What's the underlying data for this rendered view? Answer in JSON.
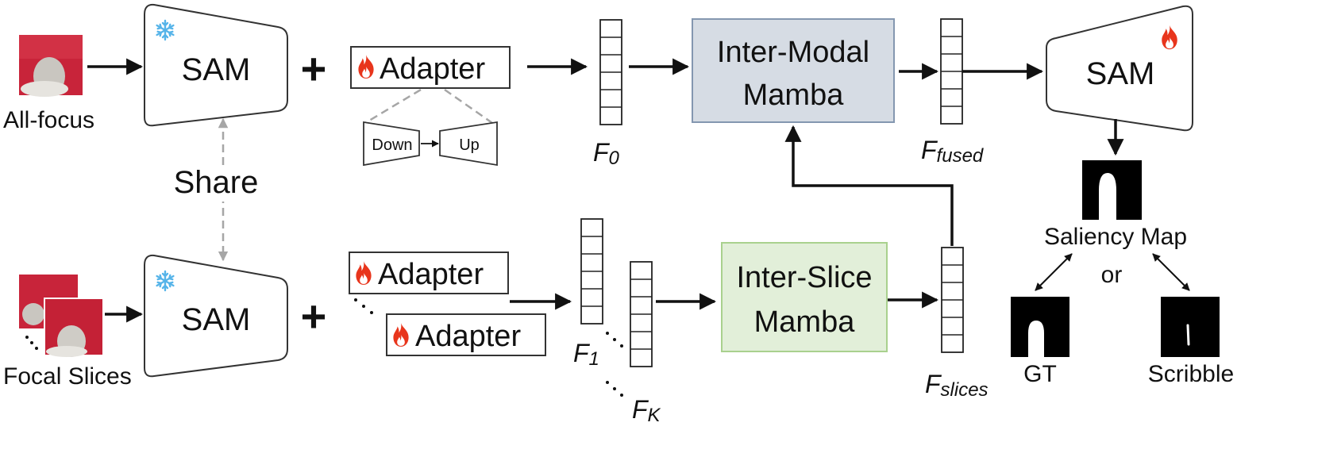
{
  "labels": {
    "all_focus": "All-focus",
    "focal_slices": "Focal Slices",
    "share": "Share",
    "sam_top": "SAM",
    "sam_bottom": "SAM",
    "sam_right": "SAM",
    "plus_top": "+",
    "plus_bottom": "+",
    "adapter_top": "Adapter",
    "adapter_mid": "Adapter",
    "adapter_low": "Adapter",
    "down": "Down",
    "up": "Up",
    "inter_modal_line1": "Inter-Modal",
    "inter_modal_line2": "Mamba",
    "inter_slice_line1": "Inter-Slice",
    "inter_slice_line2": "Mamba",
    "saliency_map": "Saliency Map",
    "or": "or",
    "gt": "GT",
    "scribble": "Scribble"
  },
  "features": {
    "f0_base": "F",
    "f0_sub": "0",
    "f1_base": "F",
    "f1_sub": "1",
    "fk_base": "F",
    "fk_sub": "K",
    "fused_base": "F",
    "fused_sub": "fused",
    "slices_base": "F",
    "slices_sub": "slices"
  },
  "icons": {
    "frozen": "snowflake-icon",
    "trainable": "flame-icon"
  },
  "colors": {
    "inter_modal_fill": "#d6dce4",
    "inter_modal_border": "#8497b0",
    "inter_slice_fill": "#e2efd9",
    "inter_slice_border": "#a9d18e",
    "share_arrow": "#a6a6a6",
    "snowflake": "#56b4e9",
    "flame": "#e8351c"
  }
}
